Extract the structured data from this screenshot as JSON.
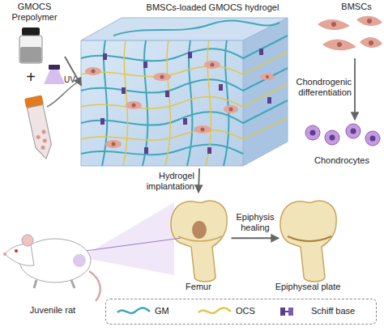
{
  "diagram": {
    "nodes": [
      {
        "text": [
          "GMOCS Prepolymer"
        ]
      },
      {
        "text": [
          "BMSCs-loaded GMOCS hydrogel"
        ]
      },
      {
        "text": [
          "BMSCs"
        ]
      },
      {
        "text": [
          "Chondrocytes"
        ]
      },
      {
        "text": [
          "Juvenile rat"
        ]
      },
      {
        "text": [
          "Femur"
        ]
      },
      {
        "text": [
          "Epiphyseal plate"
        ]
      }
    ],
    "edges": [
      {
        "from": 0,
        "to": 1,
        "arrow": "to"
      },
      {
        "from": 2,
        "to": 3,
        "label": "Chondrogenic differentiation",
        "arrow": "to"
      },
      {
        "from": 1,
        "to": 5,
        "label": "Hydrogel implantation",
        "arrow": "to"
      },
      {
        "from": 4,
        "to": 5,
        "arrow": "none"
      },
      {
        "from": 5,
        "to": 6,
        "label": "Epiphysis healing",
        "arrow": "to"
      }
    ],
    "labels": [
      "+",
      "UV"
    ],
    "legend": [
      {
        "text": "GM"
      },
      {
        "text": "OCS"
      },
      {
        "text": "Schiff base"
      }
    ]
  }
}
